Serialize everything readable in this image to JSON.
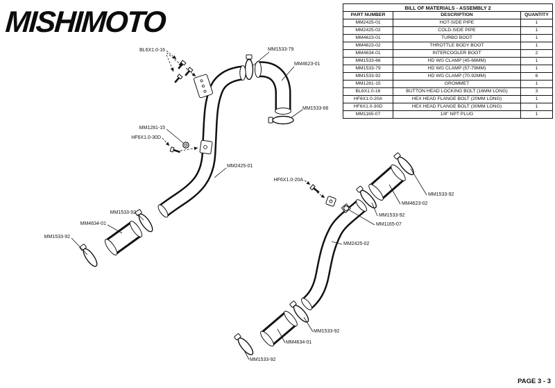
{
  "logo": {
    "text": "MISHIMOTO"
  },
  "page_footer": {
    "text": "PAGE 3 - 3"
  },
  "bom": {
    "title": "BILL OF MATERIALS - ASSEMBLY 2",
    "headers": {
      "part": "PART NUMBER",
      "desc": "DESCRIPTION",
      "qty": "QUANTITY"
    },
    "rows": [
      {
        "part": "MM2425-01",
        "desc": "HOT-SIDE PIPE",
        "qty": "1"
      },
      {
        "part": "MM2425-02",
        "desc": "COLD-SIDE PIPE",
        "qty": "1"
      },
      {
        "part": "MM4623-01",
        "desc": "TURBO BOOT",
        "qty": "1"
      },
      {
        "part": "MM4623-02",
        "desc": "THROTTLE BODY BOOT",
        "qty": "1"
      },
      {
        "part": "MM4634-01",
        "desc": "INTERCOOLER BOOT",
        "qty": "2"
      },
      {
        "part": "MM1533-66",
        "desc": "HD WG CLAMP (45-66MM)",
        "qty": "1"
      },
      {
        "part": "MM1533-79",
        "desc": "HD WG CLAMP (57-79MM)",
        "qty": "1"
      },
      {
        "part": "MM1533-92",
        "desc": "HD WG CLAMP (70-92MM)",
        "qty": "6"
      },
      {
        "part": "MM1281-15",
        "desc": "GROMMET",
        "qty": "1"
      },
      {
        "part": "BL6X1.0-16",
        "desc": "BUTTON HEAD LOCKING BOLT (16MM LONG)",
        "qty": "3"
      },
      {
        "part": "HF6X1.0-20A",
        "desc": "HEX HEAD FLANGE BOLT (20MM LONG)",
        "qty": "1"
      },
      {
        "part": "HF6X1.0-30D",
        "desc": "HEX HEAD FLANGE BOLT (30MM LONG)",
        "qty": "1"
      },
      {
        "part": "MM1165-07",
        "desc": "1/8\" NPT PLUG",
        "qty": "1"
      }
    ]
  },
  "callouts": [
    {
      "text": "BL6X1.0-16"
    },
    {
      "text": "MM1533-79"
    },
    {
      "text": "MM4623-01"
    },
    {
      "text": "MM1533-66"
    },
    {
      "text": "MM1281-15"
    },
    {
      "text": "HF6X1.0-30D"
    },
    {
      "text": "MM2425-01"
    },
    {
      "text": "MM1533-92"
    },
    {
      "text": "MM4634-01"
    },
    {
      "text": "MM1533-92"
    },
    {
      "text": "HF6X1.0-20A"
    },
    {
      "text": "MM1533-92"
    },
    {
      "text": "MM4623-02"
    },
    {
      "text": "MM1533-92"
    },
    {
      "text": "MM1165-07"
    },
    {
      "text": "MM2425-02"
    },
    {
      "text": "MM1533-92"
    },
    {
      "text": "MM4634-01"
    },
    {
      "text": "MM1533-92"
    }
  ],
  "colors": {
    "line": "#111111",
    "background": "#ffffff"
  }
}
